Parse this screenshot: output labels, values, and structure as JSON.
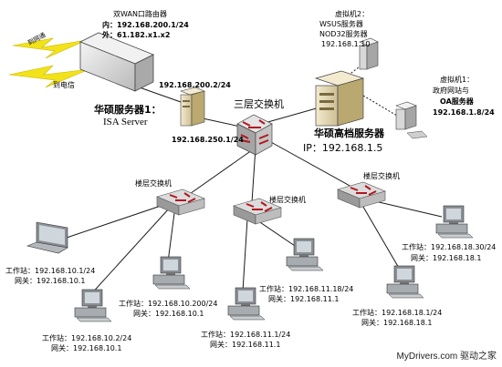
{
  "router": {
    "title": "双WAN口路由器",
    "inside": "内：192.168.200.1/24",
    "outside": "外：61.182.x1.x2"
  },
  "wan_links": {
    "netcom": "到网通",
    "telecom": "到电信"
  },
  "isa_server": {
    "link_ip": "192.168.200.2/24",
    "name": "华硕服务器1：",
    "product": "ISA Server",
    "lan_ip": "192.168.250.1/24"
  },
  "core_switch": {
    "label": "三层交换机"
  },
  "vm2": {
    "title": "虚拟机2：",
    "line1": "WSUS服务器",
    "line2": "NOD32服务器",
    "ip": "192.168.1.10"
  },
  "vm1": {
    "title": "虚拟机1：",
    "line1": "政府网站与",
    "line2": "OA服务器",
    "ip": "192.168.1.8/24"
  },
  "asus_high": {
    "name": "华硕高档服务器",
    "ip": "IP：192.168.1.5"
  },
  "floor_switches": {
    "left": "楼层交换机",
    "middle": "楼层交换机",
    "right": "楼层交换机"
  },
  "workstations": {
    "ws_a": {
      "ip_label": "工作站：192.168.10.1/24",
      "gw_label": "网关：192.168.10.1"
    },
    "ws_b": {
      "ip_label": "工作站：192.168.10.200/24",
      "gw_label": "网关：192.168.10.1"
    },
    "ws_c": {
      "ip_label": "工作站：192.168.10.2/24",
      "gw_label": "网关：192.168.10.1"
    },
    "ws_d": {
      "ip_label": "工作站：192.168.11.18/24",
      "gw_label": "网关：192.168.11.1"
    },
    "ws_e": {
      "ip_label": "工作站：192.168.11.1/24",
      "gw_label": "网关：192.168.11.1"
    },
    "ws_f": {
      "ip_label": "工作站：192.168.18.30/24",
      "gw_label": "网关：192.168.18.1"
    },
    "ws_g": {
      "ip_label": "工作站：192.168.18.1/24",
      "gw_label": "网关：192.168.18.1"
    }
  },
  "watermark": "MyDrivers.com 驱动之家",
  "colors": {
    "line": "#1a1a1a",
    "bolt": "#f2e21a",
    "switch_arrow": "#b0171f",
    "server_body": "#e8d9a8",
    "monitor": "#8a8f95"
  }
}
